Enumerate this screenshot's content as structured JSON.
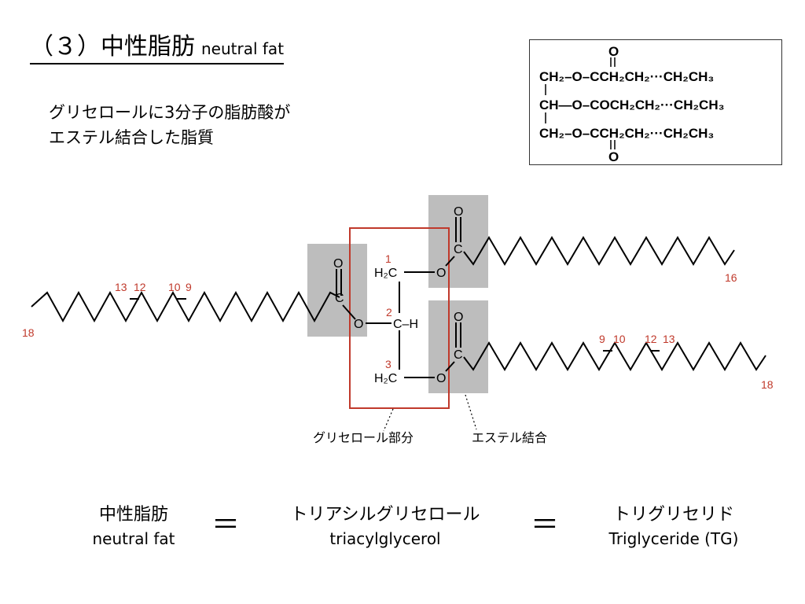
{
  "title": {
    "jp": "（３）中性脂肪",
    "en": "neutral fat"
  },
  "description": {
    "line1": "グリセロールに3分子の脂肪酸が",
    "line2": "エステル結合した脂質"
  },
  "formula": {
    "row1": "CH₂–O–CCH₂CH₂···CH₂CH₃",
    "row2": "CH—O–COCH₂CH₂···CH₂CH₃",
    "row3": "CH₂–O–CCH₂CH₂···CH₂CH₃",
    "o_top": "O",
    "o_bottom": "O"
  },
  "structure": {
    "glycerol_labels": {
      "c1": "1",
      "c2": "2",
      "c3": "3",
      "h2c_top": "H₂C",
      "h2c_bottom": "H₂C",
      "ch": "C–H"
    },
    "atoms": {
      "o": "O"
    },
    "left_chain": {
      "end": "18",
      "db1a": "13",
      "db1b": "12",
      "db2a": "10",
      "db2b": "9"
    },
    "top_chain": {
      "end": "16"
    },
    "bottom_chain": {
      "end": "18",
      "db1a": "9",
      "db1b": "10",
      "db2a": "12",
      "db2b": "13"
    },
    "callout_glycerol": "グリセロール部分",
    "callout_ester": "エステル結合"
  },
  "equation": {
    "term1": {
      "jp": "中性脂肪",
      "en": "neutral fat"
    },
    "equals": "＝",
    "term2": {
      "jp": "トリアシルグリセロール",
      "en": "triacylglycerol"
    },
    "term3": {
      "jp": "トリグリセリド",
      "en": "Triglyceride (TG)"
    }
  },
  "colors": {
    "highlight": "#bdbdbd",
    "label_red": "#c0392b",
    "box_red": "#c0392b"
  }
}
